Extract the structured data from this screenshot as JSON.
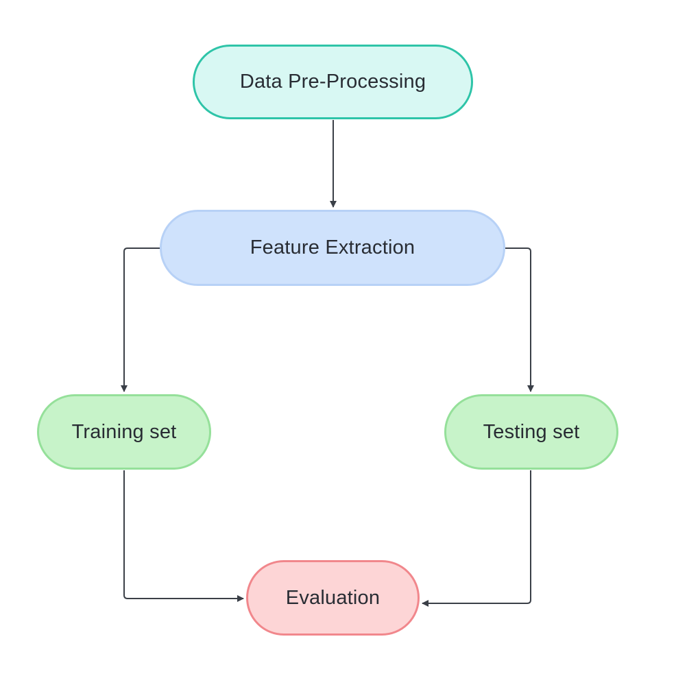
{
  "diagram": {
    "nodes": {
      "preprocess": "Data Pre-Processing",
      "feature": "Feature Extraction",
      "training": "Training set",
      "testing": "Testing set",
      "evaluation": "Evaluation"
    },
    "edges": [
      {
        "from": "Data Pre-Processing",
        "to": "Feature Extraction"
      },
      {
        "from": "Feature Extraction",
        "to": "Training set"
      },
      {
        "from": "Feature Extraction",
        "to": "Testing set"
      },
      {
        "from": "Training set",
        "to": "Evaluation"
      },
      {
        "from": "Testing set",
        "to": "Evaluation"
      }
    ],
    "colors": {
      "preprocess_fill": "#d8f8f3",
      "preprocess_border": "#2ec4a8",
      "feature_fill": "#cfe2fc",
      "feature_border": "#b7d1f6",
      "set_fill": "#c7f3c9",
      "set_border": "#95e09a",
      "evaluation_fill": "#fdd5d6",
      "evaluation_border": "#f1878c",
      "connector": "#3a3f47"
    }
  }
}
